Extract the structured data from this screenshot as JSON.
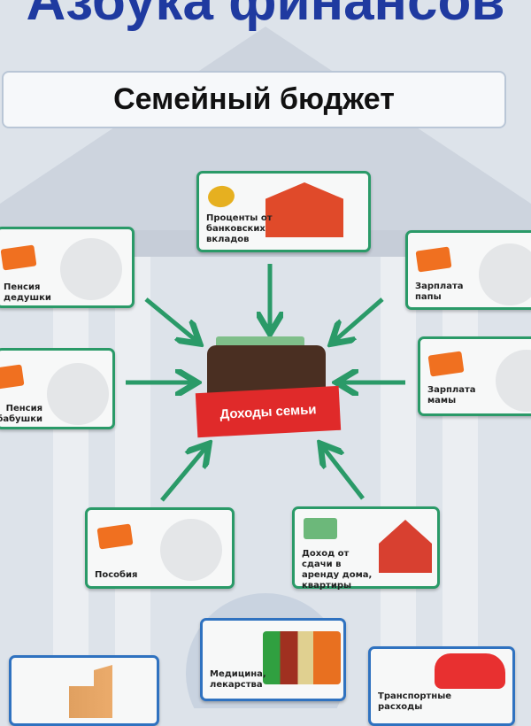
{
  "poster_title": "Азбука финансов",
  "section_title": "Семейный бюджет",
  "center_label": "Доходы семьи",
  "income_cards": [
    {
      "label": "Проценты от банковских вкладов",
      "icon": "bank-icon"
    },
    {
      "label": "Пенсия дедушки",
      "icon": "grandfather-icon"
    },
    {
      "label": "Зарплата папы",
      "icon": "father-icon"
    },
    {
      "label": "Пенсия бабушки",
      "icon": "grandmother-icon"
    },
    {
      "label": "Зарплата мамы",
      "icon": "mother-icon"
    },
    {
      "label": "Пособия",
      "icon": "child-icon"
    },
    {
      "label": "Доход от сдачи в аренду дома, квартиры",
      "icon": "house-icon"
    }
  ],
  "expense_cards": [
    {
      "label": "Медицина, лекарства",
      "icon": "medicine-icon"
    },
    {
      "label": "Транспортные расходы",
      "icon": "car-icon"
    },
    {
      "label": "",
      "icon": "buildings-icon"
    }
  ],
  "colors": {
    "title": "#1f3aa0",
    "income_border": "#2a9a68",
    "expense_border": "#2f72c0",
    "center_label": "#e02a2a"
  }
}
